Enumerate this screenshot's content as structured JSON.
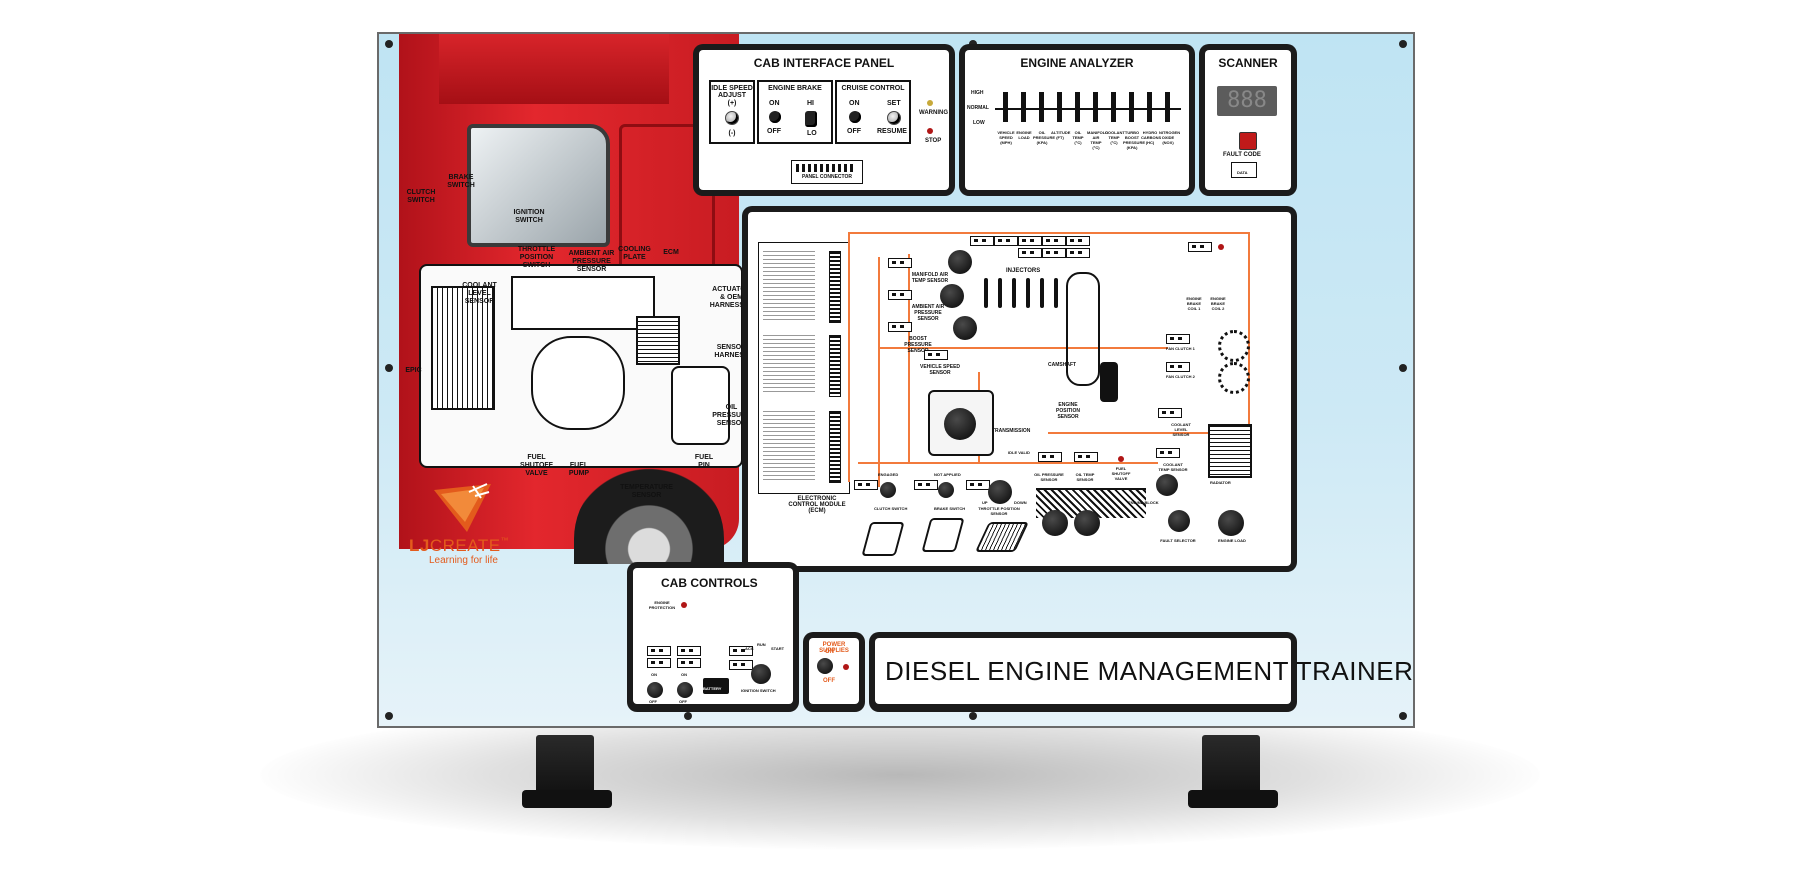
{
  "brand": {
    "name_bold": "LJ",
    "name": "CREATE",
    "trademark": "™",
    "tagline": "Learning for life"
  },
  "cab_interface_panel": {
    "title": "CAB INTERFACE PANEL",
    "idle_speed": {
      "title": "IDLE SPEED ADJUST",
      "plus": "(+)",
      "minus": "(-)"
    },
    "engine_brake": {
      "title": "ENGINE BRAKE",
      "on": "ON",
      "off": "OFF",
      "hi": "HI",
      "lo": "LO"
    },
    "cruise_control": {
      "title": "CRUISE CONTROL",
      "on": "ON",
      "off": "OFF",
      "set": "SET",
      "resume": "RESUME"
    },
    "warning": "WARNING",
    "stop": "STOP",
    "connector": "PANEL CONNECTOR"
  },
  "engine_analyzer": {
    "title": "ENGINE ANALYZER",
    "levels": [
      "HIGH",
      "NORMAL",
      "LOW"
    ],
    "gauges": [
      "VEHICLE SPEED (MPH)",
      "ENGINE LOAD",
      "OIL PRESSURE (KPa)",
      "ALTITUDE (ft)",
      "OIL TEMP (°C)",
      "MANIFOLD AIR TEMP (°C)",
      "COOLANT TEMP (°C)",
      "TURBO BOOST PRESSURE (KPa)",
      "HYDRO CARBONS (HC)",
      "NITROGEN OXIDE (NOx)"
    ]
  },
  "scanner": {
    "title": "SCANNER",
    "display": "888",
    "fault_code": "FAULT CODE",
    "data": "DATA"
  },
  "cab_controls": {
    "title": "CAB CONTROLS",
    "engine_protection": "ENGINE PROTECTION",
    "on": "ON",
    "off": "OFF",
    "battery": "BATTERY",
    "ignition_switch": "IGNITION SWITCH",
    "start": "START",
    "run": "RUN",
    "acc": "ACC"
  },
  "power_supplies": {
    "title": "POWER SUPPLIES",
    "on": "ON",
    "off": "OFF"
  },
  "trainer_title": "DIESEL ENGINE MANAGEMENT TRAINER",
  "ecm_label": "ELECTRONIC CONTROL MODULE (ECM)",
  "truck_labels": {
    "clutch_switch": "CLUTCH SWITCH",
    "brake_switch": "BRAKE SWITCH",
    "ignition_switch": "IGNITION SWITCH",
    "throttle_position_switch": "THROTTLE POSITION SWITCH",
    "ambient_air_pressure_sensor": "AMBIENT AIR PRESSURE SENSOR",
    "cooling_plate": "COOLING PLATE",
    "ecm": "ECM",
    "coolant_level_sensor": "COOLANT LEVEL SENSOR",
    "actuator_harnesses": "ACTUATOR & OEM HARNESSES",
    "sensor_harness": "SENSOR HARNESS",
    "epic": "EPIC",
    "oil_pressure_sensor": "OIL PRESSURE SENSOR",
    "fuel_shutoff_valve": "FUEL SHUTOFF VALVE",
    "fuel_pump": "FUEL PUMP",
    "fuel_pin": "FUEL PIN",
    "temperature_sensor": "TEMPERATURE SENSOR"
  },
  "schematic_labels": {
    "injectors": "INJECTORS",
    "engine_brake_coil_1": "ENGINE BRAKE COIL 1",
    "engine_brake_coil_2": "ENGINE BRAKE COIL 2",
    "manifold_air_temp_sensor": "MANIFOLD AIR TEMP SENSOR",
    "ambient_air_pressure_sensor": "AMBIENT AIR PRESSURE SENSOR",
    "boost_pressure_sensor": "BOOST PRESSURE SENSOR",
    "camshaft": "CAMSHAFT",
    "engine_position_sensor": "ENGINE POSITION SENSOR",
    "vehicle_speed_sensor": "VEHICLE SPEED SENSOR",
    "transmission": "TRANSMISSION",
    "fan_clutch_1": "FAN CLUTCH 1",
    "fan_clutch_2": "FAN CLUTCH 2",
    "coolant_level_sensor": "COOLANT LEVEL SENSOR",
    "coolant_temp_sensor": "COOLANT TEMP SENSOR",
    "radiator": "RADIATOR",
    "oil_pressure_sensor": "OIL PRESSURE SENSOR",
    "oil_temp_sensor": "OIL TEMP SENSOR",
    "fuel_shutoff_valve": "FUEL SHUTOFF VALVE",
    "engine_block": "ENGINE BLOCK",
    "engaged": "ENGAGED",
    "clutch_switch": "CLUTCH SWITCH",
    "not_applied": "NOT APPLIED",
    "brake_switch": "BRAKE SWITCH",
    "throttle_position_sensor": "THROTTLE POSITION SENSOR",
    "idle_validation": "IDLE VALID",
    "fault_selector": "FAULT SELECTOR",
    "engine_load": "ENGINE LOAD",
    "up": "UP",
    "down": "DOWN"
  }
}
